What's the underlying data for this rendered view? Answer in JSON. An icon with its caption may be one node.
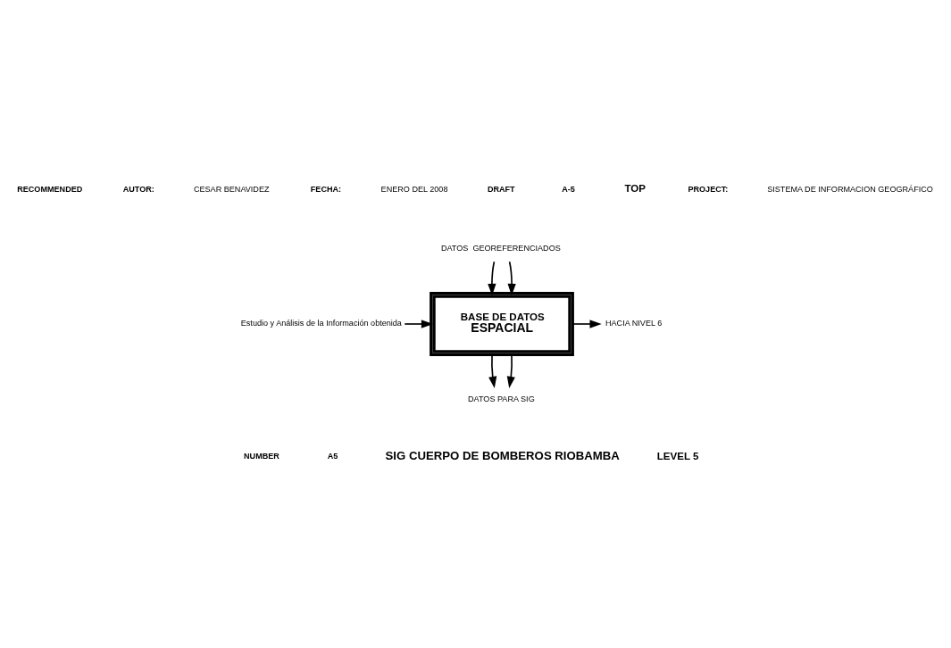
{
  "diagram": {
    "nodes": [
      {
        "text": [
          "BASE DE DATOS",
          "ESPACIAL"
        ]
      },
      {
        "text": [
          "DATOS  GEOREFERENCIADOS"
        ]
      },
      {
        "text": [
          "Estudio y Análisis de la Información obtenida"
        ]
      },
      {
        "text": [
          "HACIA NIVEL 6"
        ]
      },
      {
        "text": [
          "DATOS PARA SIG"
        ]
      }
    ],
    "edges": [
      {
        "from": 1,
        "to": 0,
        "arrow": "to"
      },
      {
        "from": 1,
        "to": 0,
        "arrow": "to"
      },
      {
        "from": 2,
        "to": 0,
        "arrow": "to"
      },
      {
        "from": 0,
        "to": 3,
        "arrow": "to"
      },
      {
        "from": 0,
        "to": 4,
        "arrow": "to"
      },
      {
        "from": 0,
        "to": 4,
        "arrow": "to"
      }
    ],
    "labels": [
      "RECOMMENDED",
      "AUTOR:",
      "CESAR BENAVIDEZ",
      "FECHA:",
      "ENERO DEL 2008",
      "DRAFT",
      "A-5",
      "TOP",
      "PROJECT:",
      "SISTEMA DE INFORMACION GEOGRÁFICO",
      "NUMBER",
      "A5",
      "SIG CUERPO DE BOMBEROS RIOBAMBA",
      "LEVEL 5"
    ]
  }
}
